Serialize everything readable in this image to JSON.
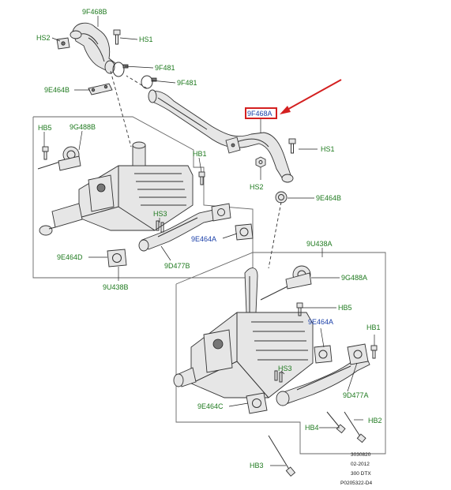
{
  "labels": {
    "top_9f468b": "9F468B",
    "hs2_top": "HS2",
    "hs1_top": "HS1",
    "f481_a": "9F481",
    "f481_b": "9F481",
    "e464b_left": "9E464B",
    "hb5_left": "HB5",
    "g488b": "9G488B",
    "hb1_left": "HB1",
    "hs3_left": "HS3",
    "e464a_left": "9E464A",
    "e464d": "9E464D",
    "d477b": "9D477B",
    "u438b": "9U438B",
    "f468a": "9F468A",
    "hs1_right": "HS1",
    "hs2_right": "HS2",
    "e464b_right": "9E464B",
    "u438a": "9U438A",
    "g488a": "9G488A",
    "hb5_right": "HB5",
    "e464a_right": "9E464A",
    "hb1_right": "HB1",
    "hs3_right": "HS3",
    "e464c": "9E464C",
    "d477a": "9D477A",
    "hb4": "HB4",
    "hb2": "HB2",
    "hb3": "HB3"
  },
  "footer": {
    "line1": "3030820",
    "line2": "02-2012",
    "line3": "300 DTX",
    "line4": "P0205322-D4"
  },
  "colors": {
    "label_green": "#1f7a1f",
    "label_blue": "#1a3fa8",
    "highlight_red": "#d42020"
  }
}
